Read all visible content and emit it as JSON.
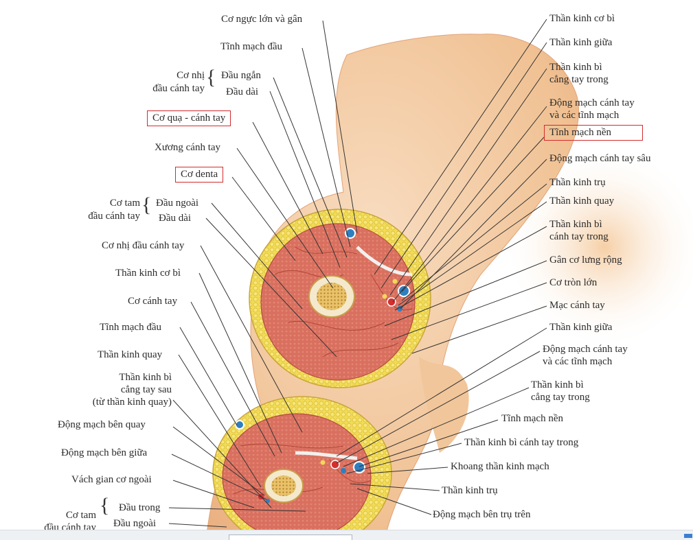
{
  "left_labels": {
    "co_nguc_lon": "Cơ ngực lớn và gân",
    "tinh_mach_dau_top": "Tĩnh mạch đầu",
    "co_nhi": "Cơ nhị",
    "dau_canh_tay_1": "đầu cánh tay",
    "dau_ngan": "Đầu ngắn",
    "dau_dai_1": "Đầu dài",
    "co_qua_canh_tay": "Cơ quạ - cánh tay",
    "xuong_canh_tay": "Xương cánh tay",
    "co_denta": "Cơ denta",
    "co_tam": "Cơ tam",
    "dau_canh_tay_2": "đầu cánh tay",
    "dau_ngoai_1": "Đầu ngoài",
    "dau_dai_2": "Đầu dài",
    "co_nhi_dau_canh_tay": "Cơ nhị đầu cánh tay",
    "than_kinh_co_bi": "Thần kinh cơ bì",
    "co_canh_tay": "Cơ cánh tay",
    "tinh_mach_dau_low": "Tĩnh mạch đầu",
    "than_kinh_quay": "Thần kinh quay",
    "tk_bi_cang_tay_sau_1": "Thần kinh bì",
    "tk_bi_cang_tay_sau_2": "cẳng tay sau",
    "tk_bi_cang_tay_sau_3": "(từ thần kinh quay)",
    "dong_mach_ben_quay": "Động mạch bên quay",
    "dong_mach_ben_giua": "Động mạch bên giữa",
    "vach_gian_co_ngoai": "Vách gian cơ ngoài",
    "co_tam_2": "Cơ tam",
    "dau_canh_tay_3": "đầu cánh tay",
    "dau_trong": "Đầu trong",
    "dau_ngoai_2": "Đầu ngoài"
  },
  "right_labels": {
    "tk_co_bi": "Thần kinh cơ bì",
    "tk_giua_1": "Thần kinh giữa",
    "tk_bi_cang_tay_trong_1a": "Thần kinh bì",
    "tk_bi_cang_tay_trong_1b": "cẳng tay trong",
    "dm_canh_tay_1a": "Động mạch cánh tay",
    "dm_canh_tay_1b": "và các tĩnh mạch",
    "tinh_mach_nen_1": "Tĩnh mạch nền",
    "dm_canh_tay_sau": "Động mạch cánh tay sâu",
    "tk_tru_1": "Thần kinh trụ",
    "tk_quay": "Thần kinh quay",
    "tk_bi_canh_tay_trong_a": "Thần kinh bì",
    "tk_bi_canh_tay_trong_b": "cánh tay trong",
    "gan_co_lung_rong": "Gân cơ lưng rộng",
    "co_tron_lon": "Cơ tròn lớn",
    "mac_canh_tay": "Mạc cánh tay",
    "tk_giua_2": "Thần kinh giữa",
    "dm_canh_tay_2a": "Động mạch cánh tay",
    "dm_canh_tay_2b": "và các tĩnh mạch",
    "tk_bi_cang_tay_trong_2a": "Thần kinh bì",
    "tk_bi_cang_tay_trong_2b": "cẳng tay trong",
    "tinh_mach_nen_2": "Tĩnh mạch nền",
    "tk_bi_canh_tay_trong_line": "Thần kinh bì cánh tay trong",
    "khoang_tk_mach": "Khoang thần kinh mạch",
    "tk_tru_2": "Thần kinh trụ",
    "dm_ben_tru_tren": "Động mạch bên trụ trên"
  },
  "colors": {
    "highlight_box": "#d32a2a",
    "skin": "#f2c9a0",
    "muscle": "#d86a5c",
    "fat": "#f2d64a",
    "bone": "#f3e7c8",
    "artery": "#d43030",
    "vein": "#2f7fc0"
  },
  "status_bar": {
    "scroll_position_pct": 33
  }
}
